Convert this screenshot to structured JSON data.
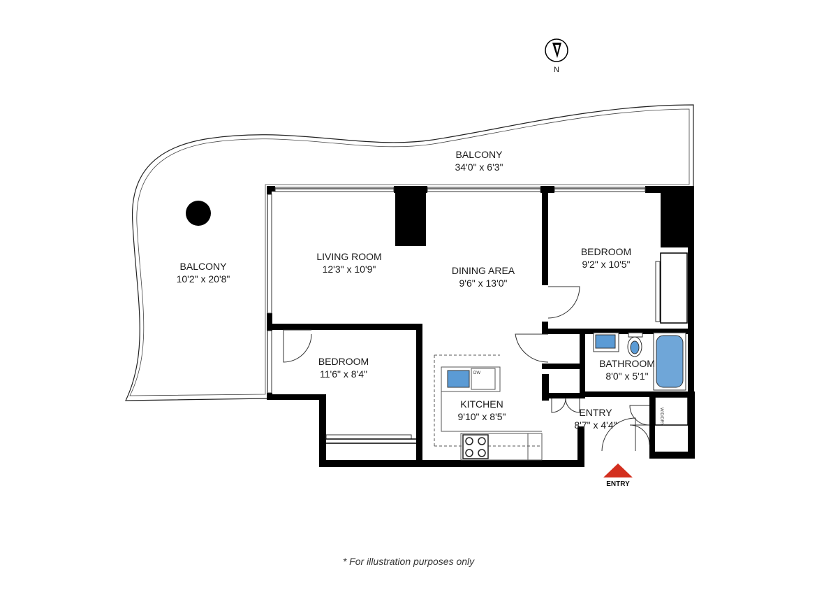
{
  "north": {
    "label": "N",
    "icon": "compass-north-icon"
  },
  "rooms": {
    "balcony_top": {
      "name": "BALCONY",
      "dims": "34'0\" x 6'3\""
    },
    "balcony_left": {
      "name": "BALCONY",
      "dims": "10'2\" x 20'8\""
    },
    "living": {
      "name": "LIVING ROOM",
      "dims": "12'3\" x 10'9\""
    },
    "dining": {
      "name": "DINING AREA",
      "dims": "9'6\" x 13'0\""
    },
    "bedroom_right": {
      "name": "BEDROOM",
      "dims": "9'2\" x 10'5\""
    },
    "bedroom_left": {
      "name": "BEDROOM",
      "dims": "11'6\" x 8'4\""
    },
    "kitchen": {
      "name": "KITCHEN",
      "dims": "9'10\" x 8'5\""
    },
    "bathroom": {
      "name": "BATHROOM",
      "dims": "8'0\" x 5'1\""
    },
    "entry": {
      "name": "ENTRY",
      "dims": "8'7\" x 4'4\""
    }
  },
  "fixtures": {
    "dishwasher": "DW",
    "washer_dryer": "W/D/DRY"
  },
  "entry_marker": {
    "label": "ENTRY",
    "color": "#d32f1e"
  },
  "colors": {
    "wall": "#000000",
    "tub": "#6fa6d8",
    "sink": "#5b9bd5"
  },
  "disclaimer": "* For illustration purposes only"
}
